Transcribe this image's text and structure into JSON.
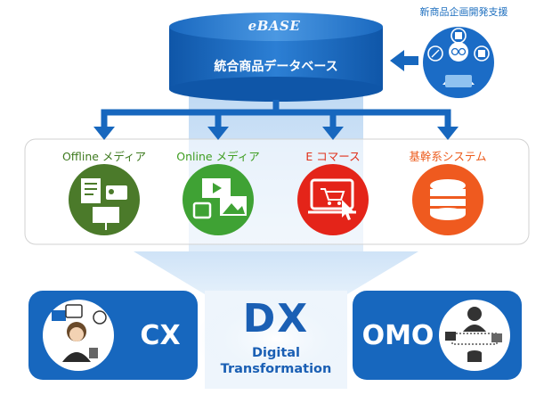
{
  "database": {
    "brand": "eBASE",
    "title": "統合商品データベース"
  },
  "support": {
    "label": "新商品企画開発支援"
  },
  "categories": [
    {
      "label": "Offline メディア",
      "color": "#3e7a1f"
    },
    {
      "label": "Online メディア",
      "color": "#3f9e22"
    },
    {
      "label": "E コマース",
      "color": "#e0311b"
    },
    {
      "label": "基幹系システム",
      "color": "#ec5b1c"
    }
  ],
  "outcomes": {
    "left": "CX",
    "center_title": "DX",
    "center_subtitle_line1": "Digital",
    "center_subtitle_line2": "Transformation",
    "right": "OMO"
  },
  "colors": {
    "primary_blue": "#1767be",
    "offline_green": "#4b7a2a",
    "online_green": "#3fa234",
    "ecommerce_red": "#e42419",
    "system_orange": "#ef5a1f"
  }
}
